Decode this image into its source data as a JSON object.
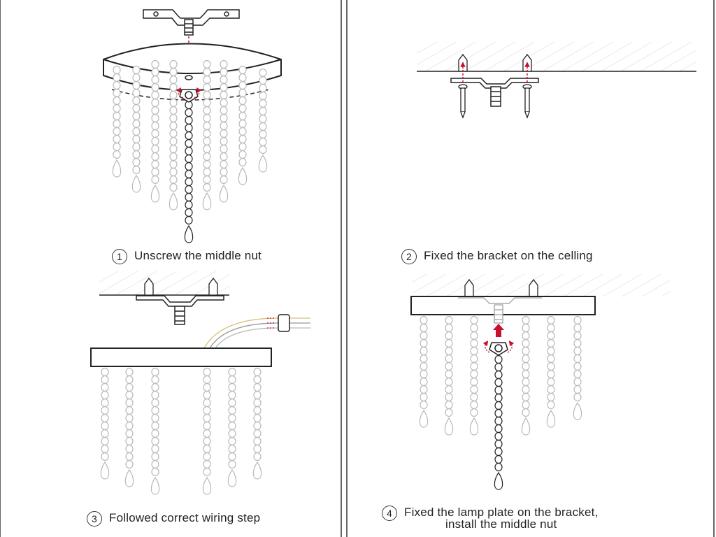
{
  "steps": [
    {
      "num": "1",
      "text": "Unscrew the middle nut"
    },
    {
      "num": "2",
      "text": "Fixed the bracket on the celling"
    },
    {
      "num": "3",
      "text": "Followed correct wiring step"
    },
    {
      "num": "4",
      "text": "Fixed the lamp plate on the bracket,",
      "text2": "install the middle nut"
    }
  ],
  "colors": {
    "line": "#222222",
    "bead": "#b9b9b9",
    "arrow": "#c8102e",
    "wire_yellow": "#d8c27a"
  }
}
